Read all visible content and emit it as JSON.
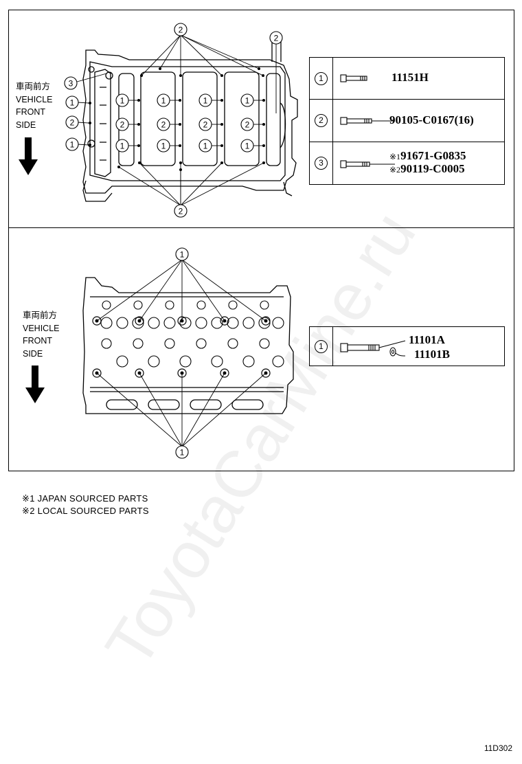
{
  "direction_label": {
    "line1": "車両前方",
    "line2": "VEHICLE",
    "line3": "FRONT",
    "line4": "SIDE"
  },
  "callouts": [
    "1",
    "2",
    "3"
  ],
  "top_legend": [
    {
      "num": "1",
      "parts": [
        "11151H"
      ],
      "notes": []
    },
    {
      "num": "2",
      "parts": [
        "90105-C0167(16)"
      ],
      "notes": []
    },
    {
      "num": "3",
      "parts": [
        "91671-G0835",
        "90119-C0005"
      ],
      "notes": [
        "※1",
        "※2"
      ]
    }
  ],
  "bottom_legend": [
    {
      "num": "1",
      "parts": [
        "11101A",
        "11101B"
      ]
    }
  ],
  "footnotes": [
    "※1 JAPAN SOURCED PARTS",
    "※2 LOCAL SOURCED PARTS"
  ],
  "drawing_code": "11D302",
  "watermark": "ToyotaCarMine.ru"
}
